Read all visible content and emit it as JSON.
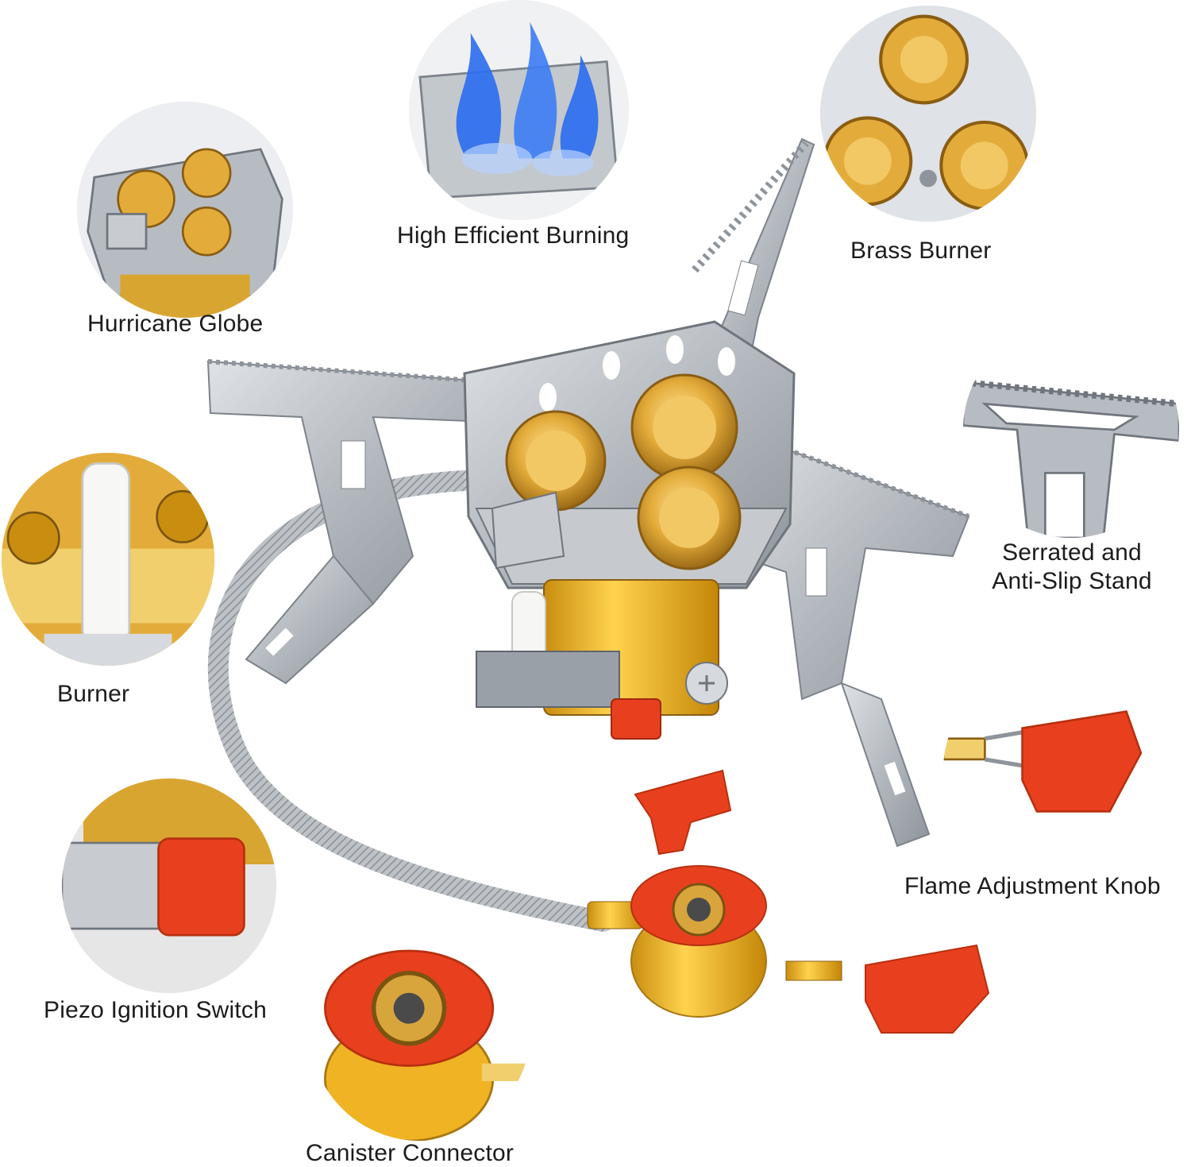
{
  "features": [
    {
      "id": "hurricane-globe",
      "label": "Hurricane Globe"
    },
    {
      "id": "high-efficient-burning",
      "label": "High Efficient Burning"
    },
    {
      "id": "brass-burner",
      "label": "Brass Burner"
    },
    {
      "id": "serrated-stand",
      "label_lines": [
        "Serrated and",
        "Anti-Slip Stand"
      ]
    },
    {
      "id": "burner",
      "label": "Burner"
    },
    {
      "id": "flame-knob",
      "label": "Flame Adjustment Knob"
    },
    {
      "id": "piezo-ignition",
      "label": "Piezo Ignition Switch"
    },
    {
      "id": "canister-connector",
      "label": "Canister Connector"
    }
  ],
  "colors": {
    "steel": "#b9bec4",
    "steel_dark": "#8e949b",
    "brass": "#d9a531",
    "brass_light": "#f1cf6c",
    "red": "#e8401f",
    "flame_blue": "#2a6cf0",
    "gold": "#f0b323"
  }
}
